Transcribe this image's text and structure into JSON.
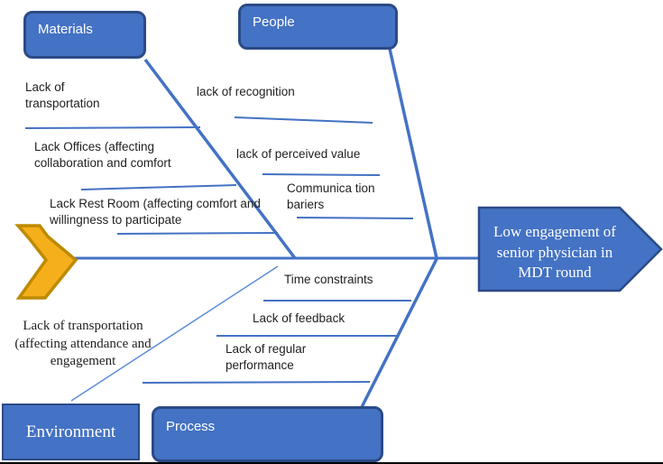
{
  "fishbone": {
    "effect": "Low engagement of senior physician in MDT round",
    "boxes": {
      "materials": "Materials",
      "people": "People",
      "environment": "Environment",
      "process": "Process"
    },
    "causes": {
      "materials": [
        "Lack of transportation",
        "Lack Offices (affecting collaboration and comfort",
        "Lack Rest Room (affecting comfort and willingness to participate"
      ],
      "people": [
        "lack of recognition",
        "lack of perceived value",
        "Communica tion bariers"
      ],
      "process": [
        "Time constraints",
        "Lack of feedback",
        "Lack of regular performance"
      ],
      "environment": [
        "Lack of transportation (affecting attendance and engagement"
      ]
    },
    "colors": {
      "box_fill": "#4472C4",
      "box_border": "#2B4A86",
      "bone_line": "#4472C4",
      "thin_bone_line": "#5C8BD9",
      "chevron_fill": "#F5AF1B",
      "chevron_border": "#BD8A00",
      "text": "#1F1F1F",
      "box_text": "#FFFFFF"
    }
  }
}
